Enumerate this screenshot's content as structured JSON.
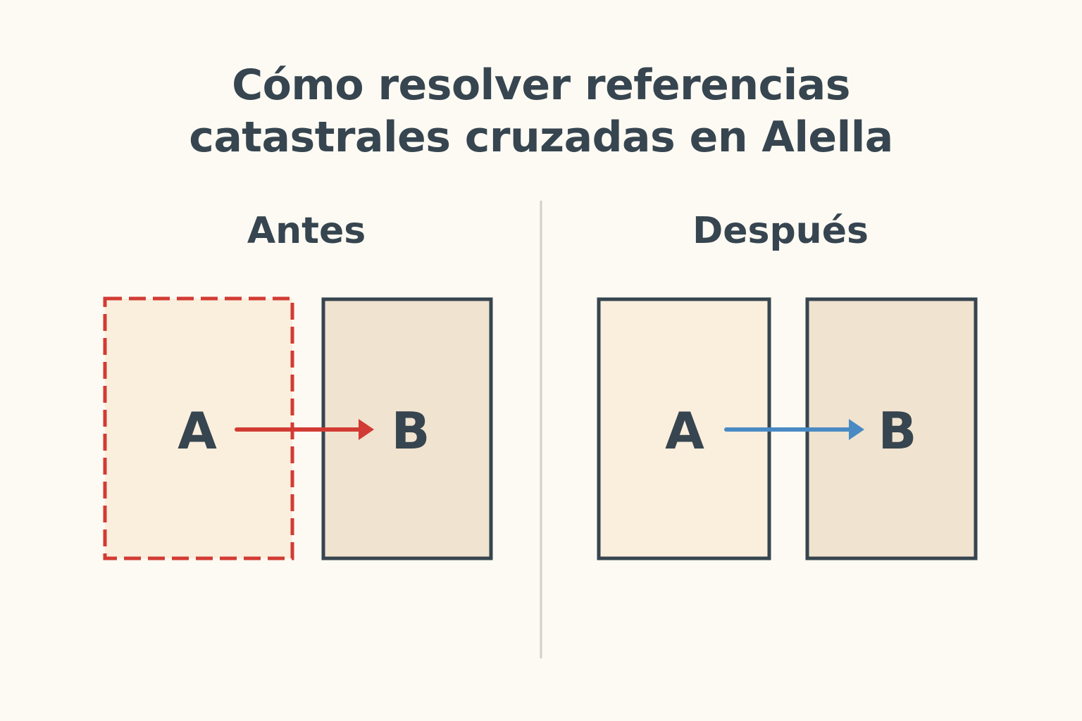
{
  "title": {
    "line1": "Cómo resolver referencias",
    "line2": "catastrales cruzadas en Alella"
  },
  "before": {
    "heading": "Antes",
    "box_a": "A",
    "box_b": "B"
  },
  "after": {
    "heading": "Después",
    "box_a": "A",
    "box_b": "B"
  },
  "colors": {
    "background": "#fdfaf3",
    "ink": "#36454f",
    "error": "#d23b33",
    "fixed": "#4a8ac4",
    "fill_a": "#faeedd",
    "fill_b": "#f0e3cf"
  }
}
